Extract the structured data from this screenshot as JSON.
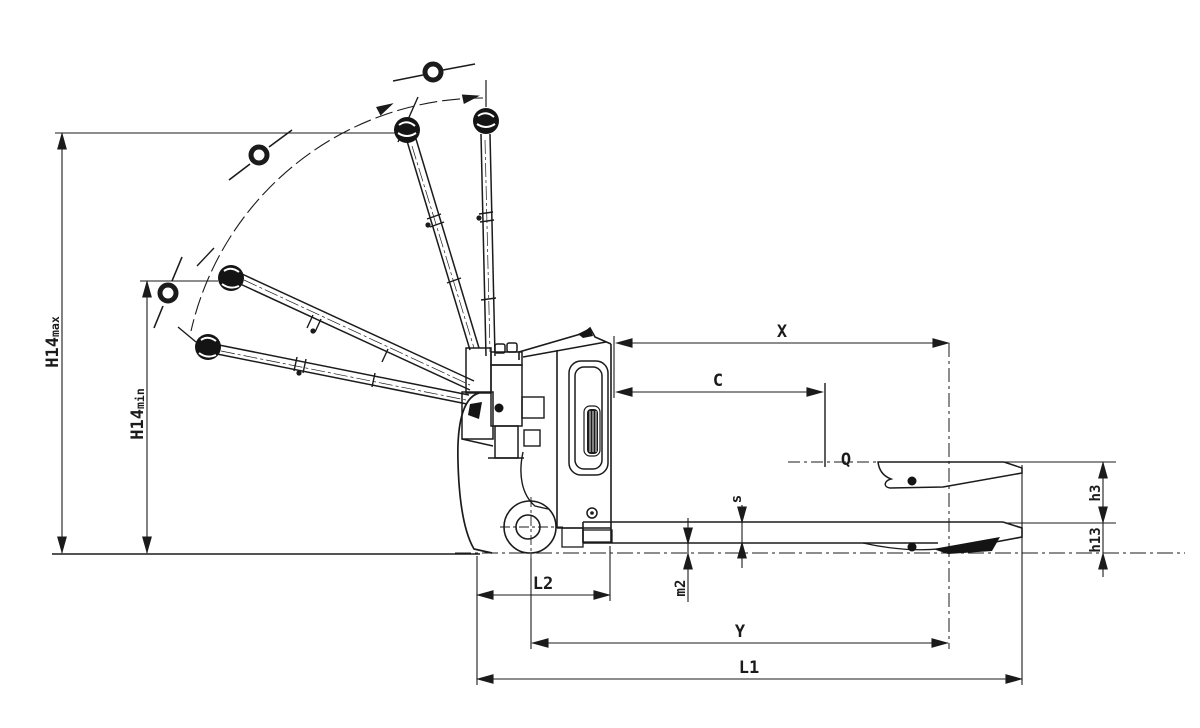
{
  "drawing": {
    "type": "technical-dimension-diagram",
    "subject": "electric-pallet-truck-side-view",
    "colors": {
      "line": "#1b1b1b",
      "background": "#ffffff"
    },
    "dimensions": {
      "h14max": {
        "base": "H14",
        "sub": "max"
      },
      "h14min": {
        "base": "H14",
        "sub": "min"
      },
      "x": "X",
      "c": "C",
      "q": "Q",
      "s": "s",
      "m2": "m2",
      "h3": "h3",
      "h13": "h13",
      "l2": "L2",
      "y": "Y",
      "l1": "L1"
    }
  }
}
